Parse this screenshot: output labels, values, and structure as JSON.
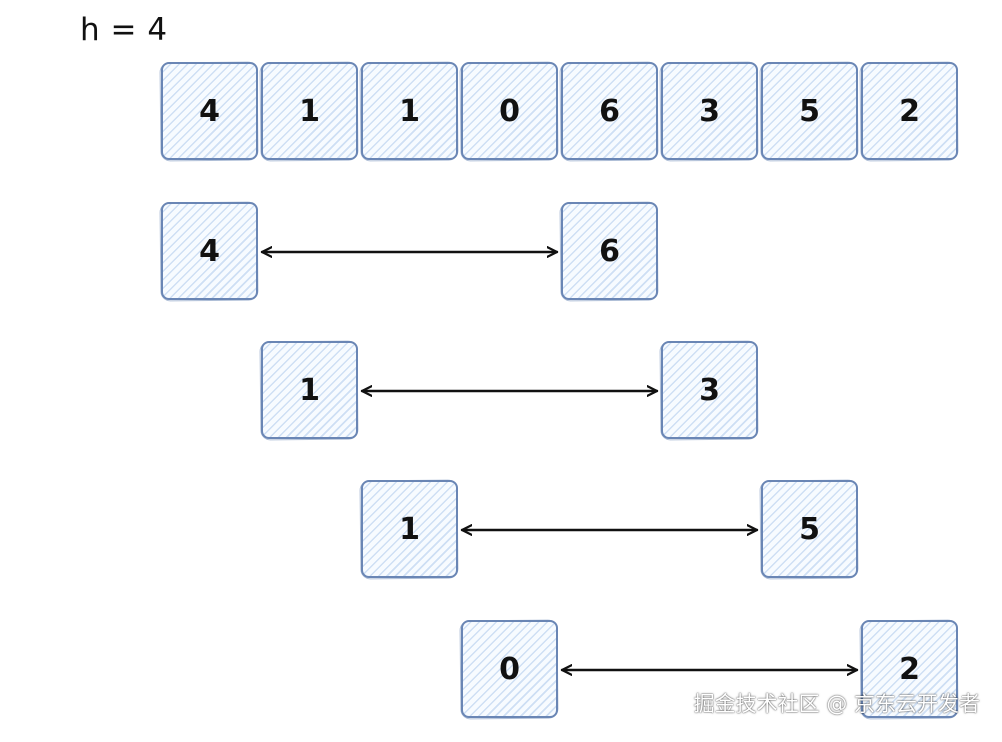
{
  "header": {
    "label": "h = 4"
  },
  "array": [
    "4",
    "1",
    "1",
    "0",
    "6",
    "3",
    "5",
    "2"
  ],
  "pairs": [
    {
      "left": "4",
      "right": "6"
    },
    {
      "left": "1",
      "right": "3"
    },
    {
      "left": "1",
      "right": "5"
    },
    {
      "left": "0",
      "right": "2"
    }
  ],
  "watermark": "掘金技术社区 @ 京东云开发者",
  "colors": {
    "box_border": "#6a86b5",
    "box_hatch": "#adc8eb",
    "text": "#111111",
    "arrow": "#111111"
  }
}
